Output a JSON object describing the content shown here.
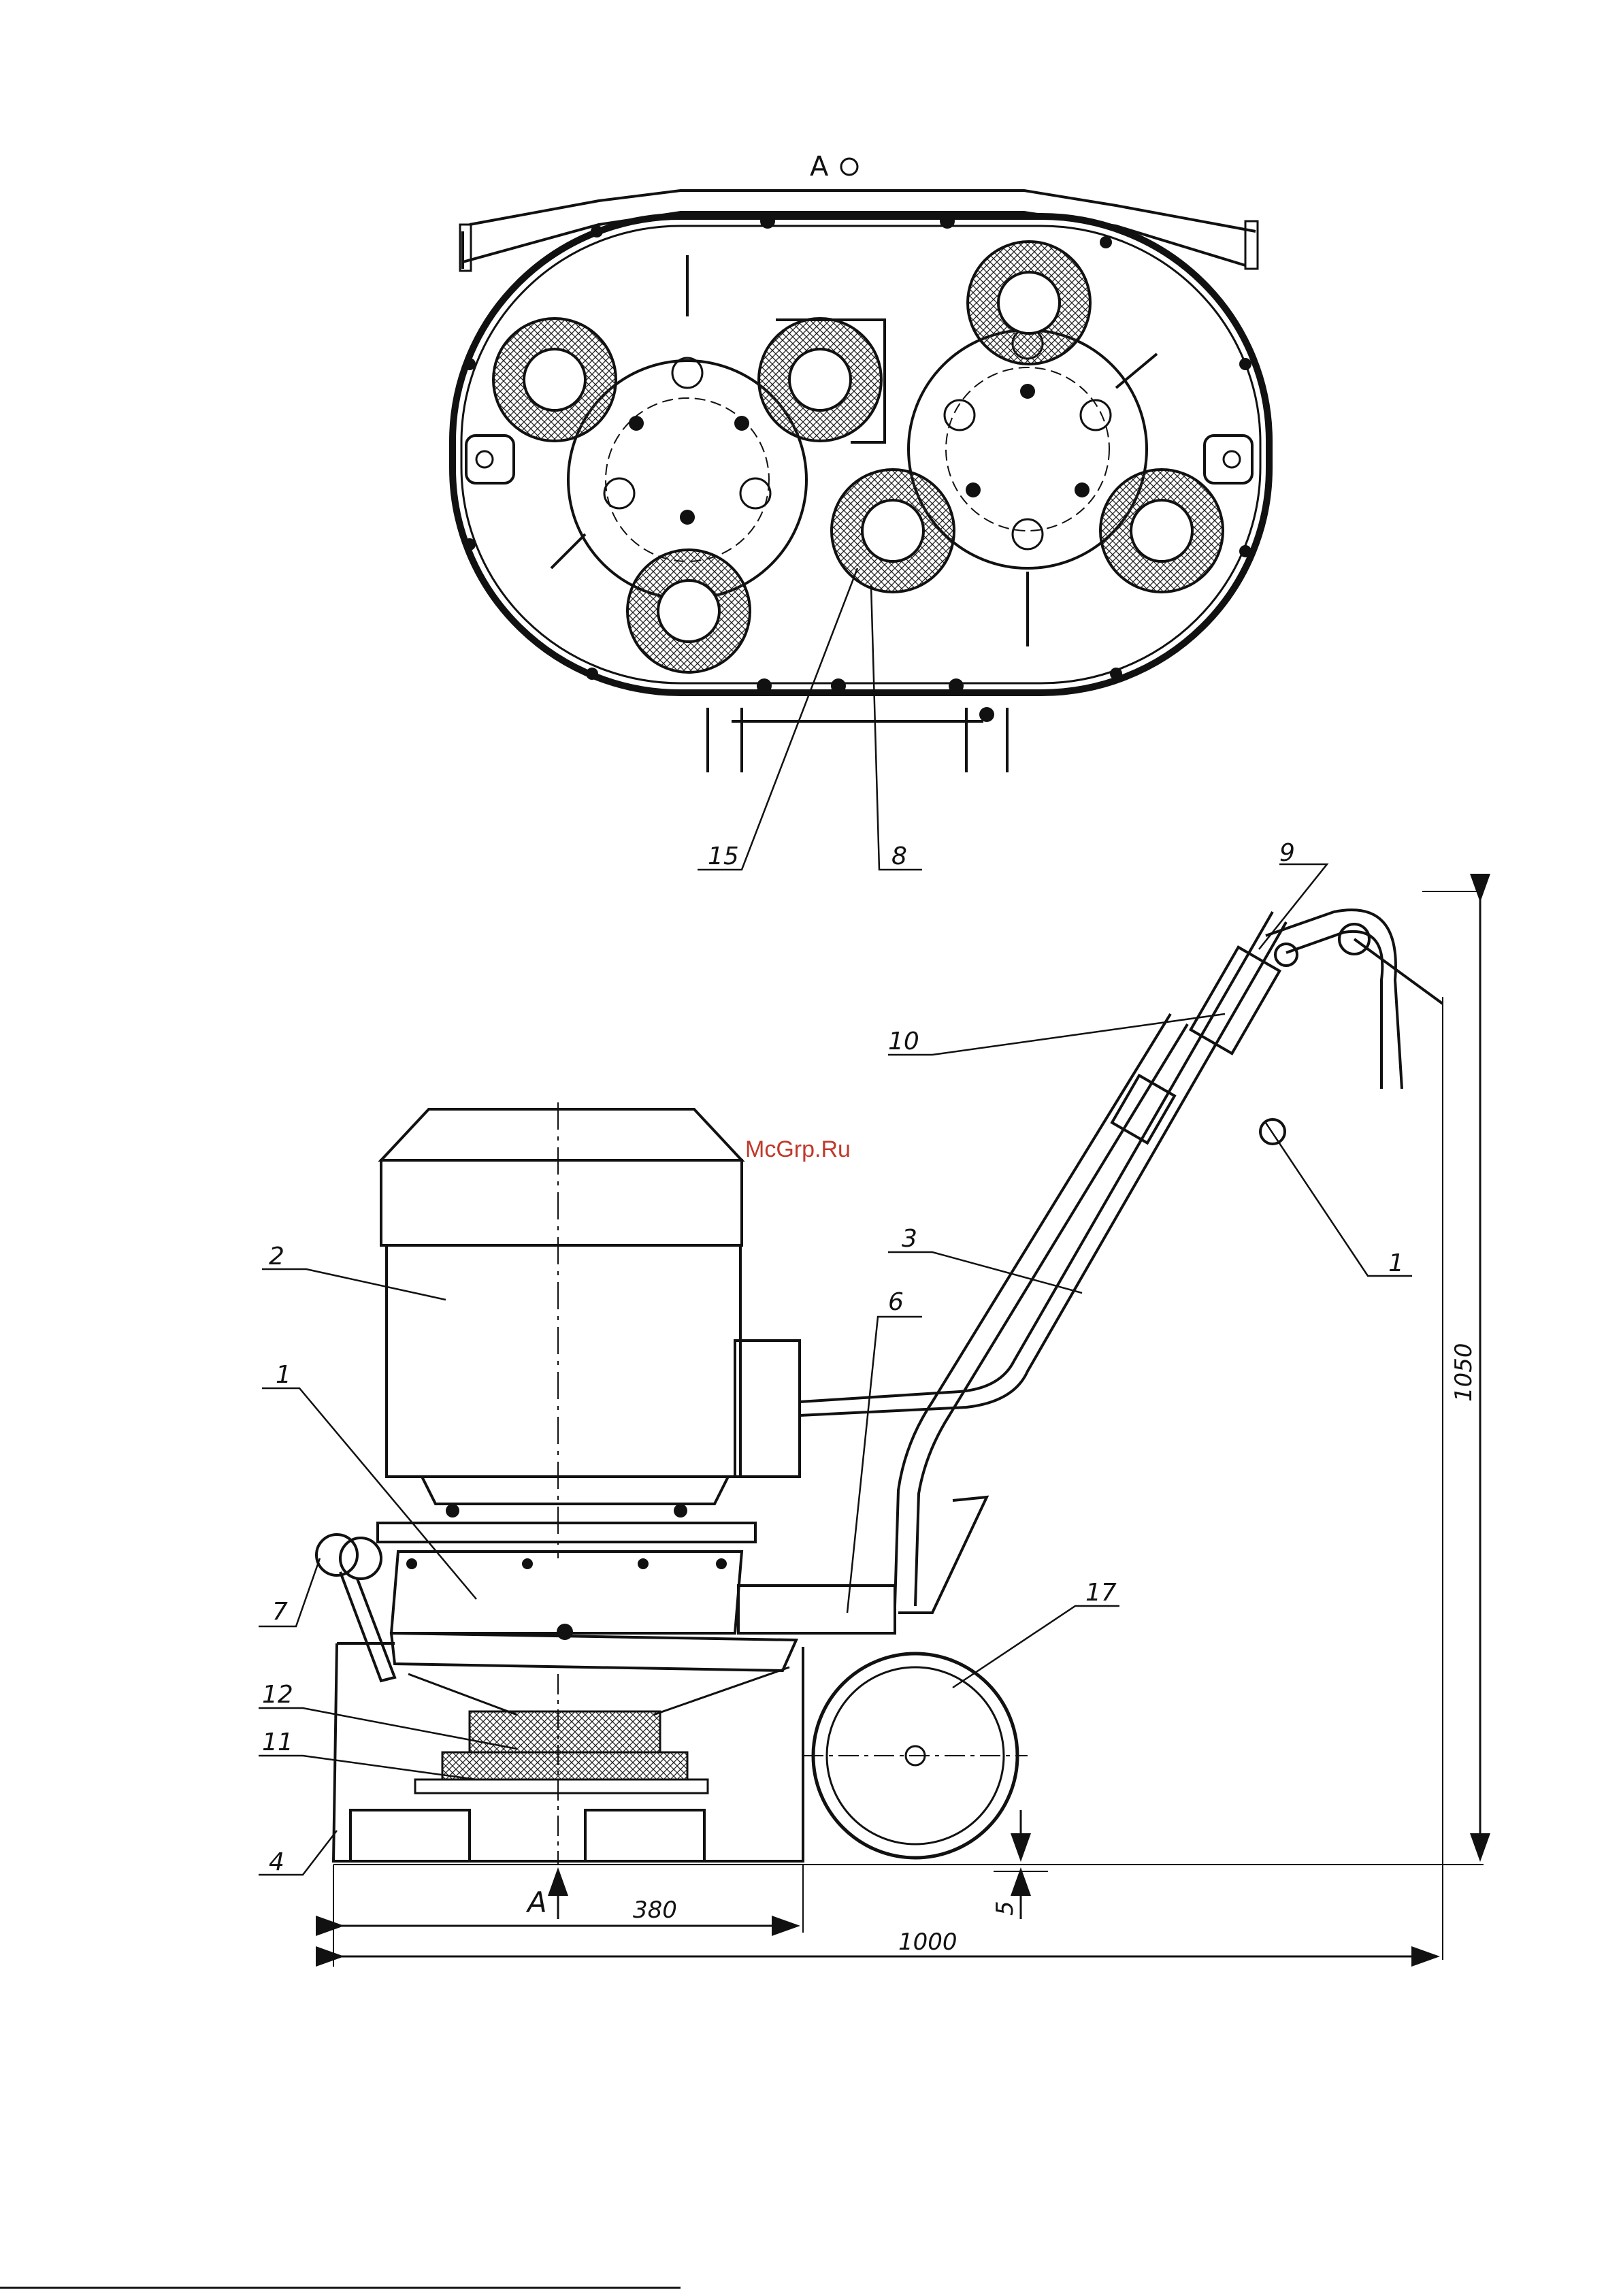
{
  "view_label": "A",
  "section_label": "A",
  "watermark": "McGrp.Ru",
  "callouts": {
    "c15": "15",
    "c8": "8",
    "c9": "9",
    "c10": "10",
    "c2": "2",
    "c3": "3",
    "c6": "6",
    "c1_top": "1",
    "c1_body": "1",
    "c17": "17",
    "c7": "7",
    "c12": "12",
    "c11": "11",
    "c4": "4"
  },
  "dimensions": {
    "height": "1050",
    "width_base": "380",
    "overall_length": "1000",
    "clearance": "5"
  }
}
